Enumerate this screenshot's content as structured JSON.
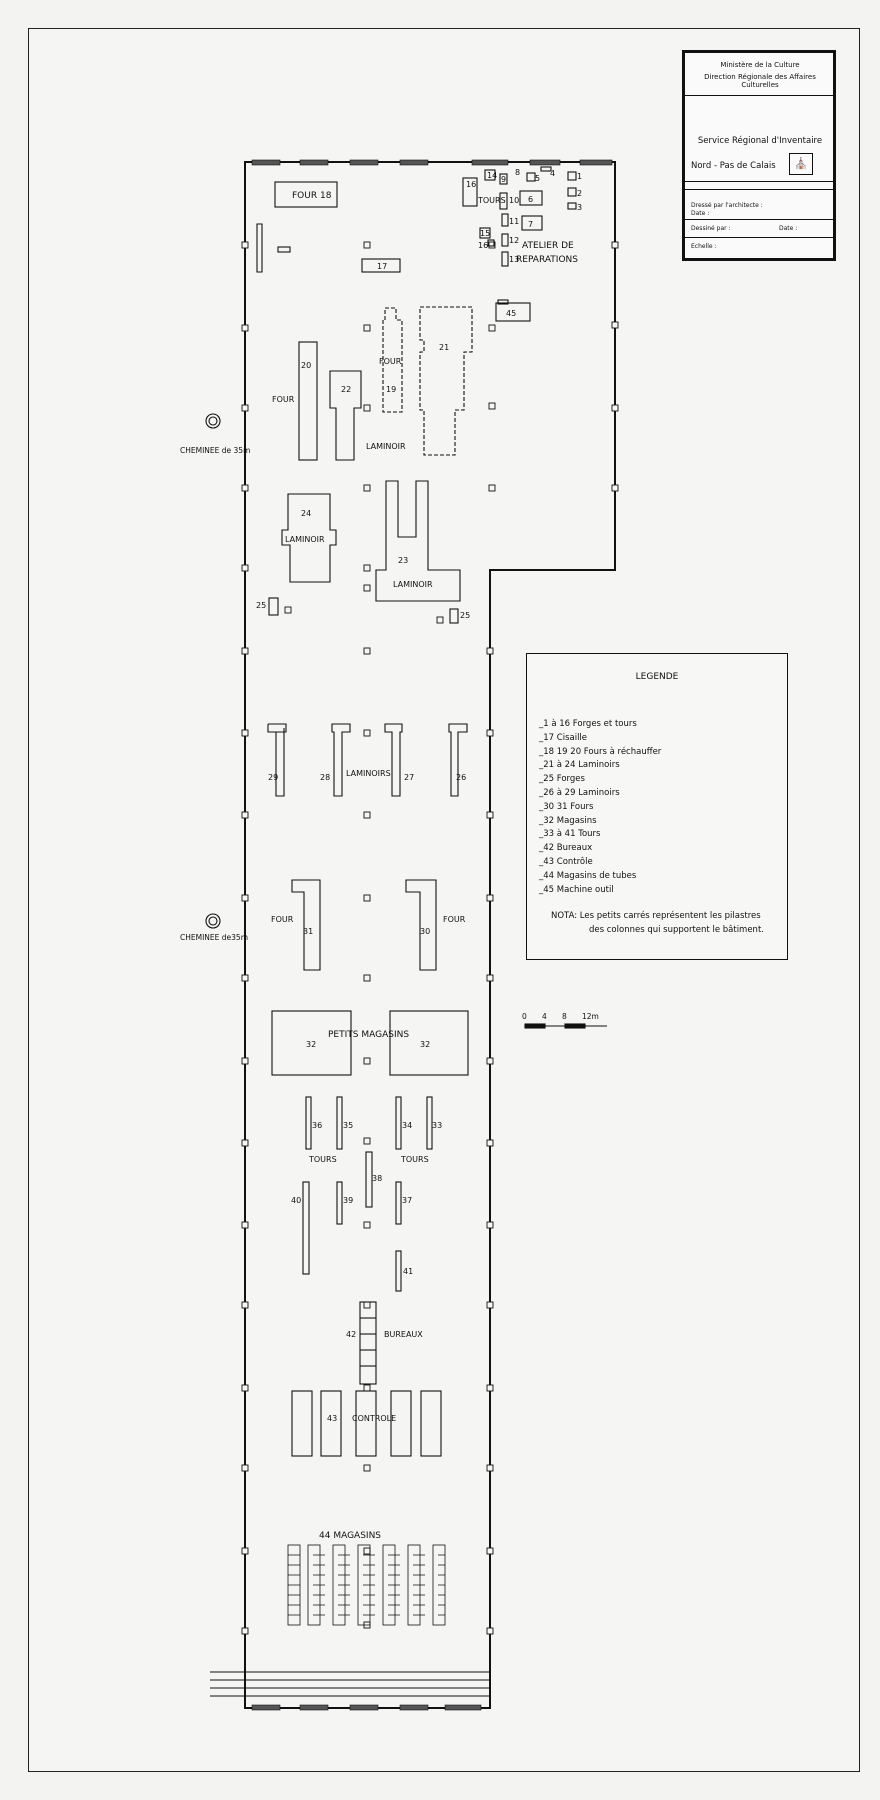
{
  "cartouche": {
    "ministry": "Ministère de la Culture",
    "direction": "Direction Régionale des Affaires Culturelles",
    "service": "Service Régional d'Inventaire",
    "region": "Nord - Pas de Calais",
    "drawn_by_architect": "Dressé par l'architecte :",
    "date1": "Date :",
    "drawn_by": "Dessiné par :",
    "date2": "Date :",
    "scale": "Echelle :"
  },
  "legend": {
    "title": "LEGENDE",
    "items": [
      "_1 à 16   Forges et tours",
      "_17   Cisaille",
      "_18 19 20   Fours à réchauffer",
      "_21 à 24   Laminoirs",
      "_25   Forges",
      "_26 à 29   Laminoirs",
      "_30  31   Fours",
      "_32   Magasins",
      "_33 à 41   Tours",
      "_42   Bureaux",
      "_43   Contrôle",
      "_44   Magasins  de  tubes",
      "_45   Machine  outil"
    ],
    "nota_line1": "NOTA:  Les  petits  carrés  représentent  les  pilastres",
    "nota_line2": "des colonnes  qui  supportent  le  bâtiment."
  },
  "scale_bar": {
    "ticks": [
      "0",
      "4",
      "8",
      "12m"
    ]
  },
  "plan_labels": {
    "four18": "FOUR  18",
    "tours": "TOURS",
    "atelier1": "ATELIER  DE",
    "atelier2": "REPARATIONS",
    "n17": "17",
    "n45": "45",
    "four_left": "FOUR",
    "n20": "20",
    "n22": "22",
    "four19": "FOUR",
    "n19": "19",
    "n21": "21",
    "laminoir1": "LAMINOIR",
    "cheminee1": "CHEMINEE  de 35m",
    "n24": "24",
    "laminoir24": "LAMINOIR",
    "n23": "23",
    "laminoir23": "LAMINOIR",
    "n25a": "25",
    "n25b": "25",
    "n29": "29",
    "n28": "28",
    "laminoirs": "LAMINOIRS",
    "n27": "27",
    "n26": "26",
    "four31": "FOUR",
    "n31": "31",
    "n30": "30",
    "four30": "FOUR",
    "cheminee2": "CHEMINEE de35m",
    "petits_magasins": "PETITS   MAGASINS",
    "n32a": "32",
    "n32b": "32",
    "n36": "36",
    "n35": "35",
    "n34": "34",
    "n33": "33",
    "tours_l": "TOURS",
    "tours_r": "TOURS",
    "n38": "38",
    "n40": "40",
    "n39": "39",
    "n37": "37",
    "n41": "41",
    "n42": "42",
    "bureaux": "BUREAUX",
    "n43": "43",
    "controle": "CONTROLE",
    "magasins44": "44  MAGASINS",
    "n16": "16",
    "n14": "14",
    "n9": "9",
    "n8": "8",
    "n5": "5",
    "n4": "4",
    "n1": "1",
    "n2": "2",
    "n3": "3",
    "n10": "10",
    "n6": "6",
    "n11": "11",
    "n7": "7",
    "n15": "15",
    "n12": "12",
    "n16b": "16",
    "n13": "13"
  }
}
